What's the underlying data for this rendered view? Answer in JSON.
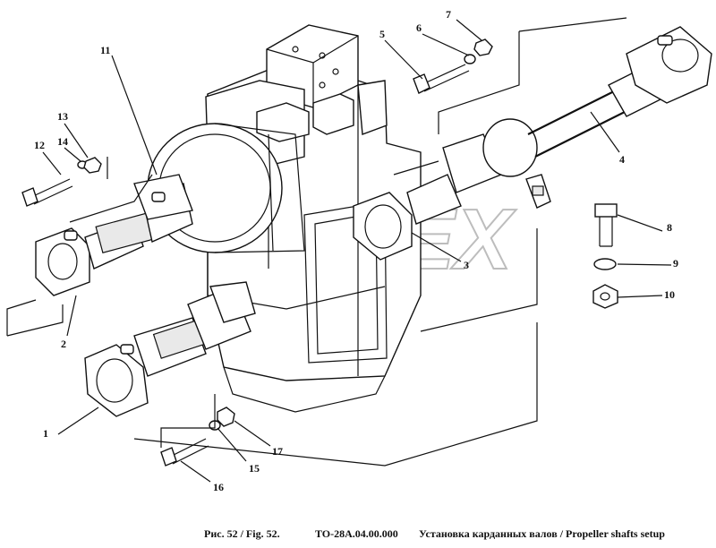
{
  "watermark": {
    "text": "OREX"
  },
  "caption": {
    "figure": "Рис. 52 / Fig. 52.",
    "code": "TO-28A.04.00.000",
    "title": "Установка карданных валов / Propeller shafts setup"
  },
  "callouts": {
    "c1": "1",
    "c2": "2",
    "c3": "3",
    "c4": "4",
    "c5": "5",
    "c6": "6",
    "c7": "7",
    "c8": "8",
    "c9": "9",
    "c10": "10",
    "c11": "11",
    "c12": "12",
    "c13": "13",
    "c14": "14",
    "c15": "15",
    "c16": "16",
    "c17": "17"
  }
}
